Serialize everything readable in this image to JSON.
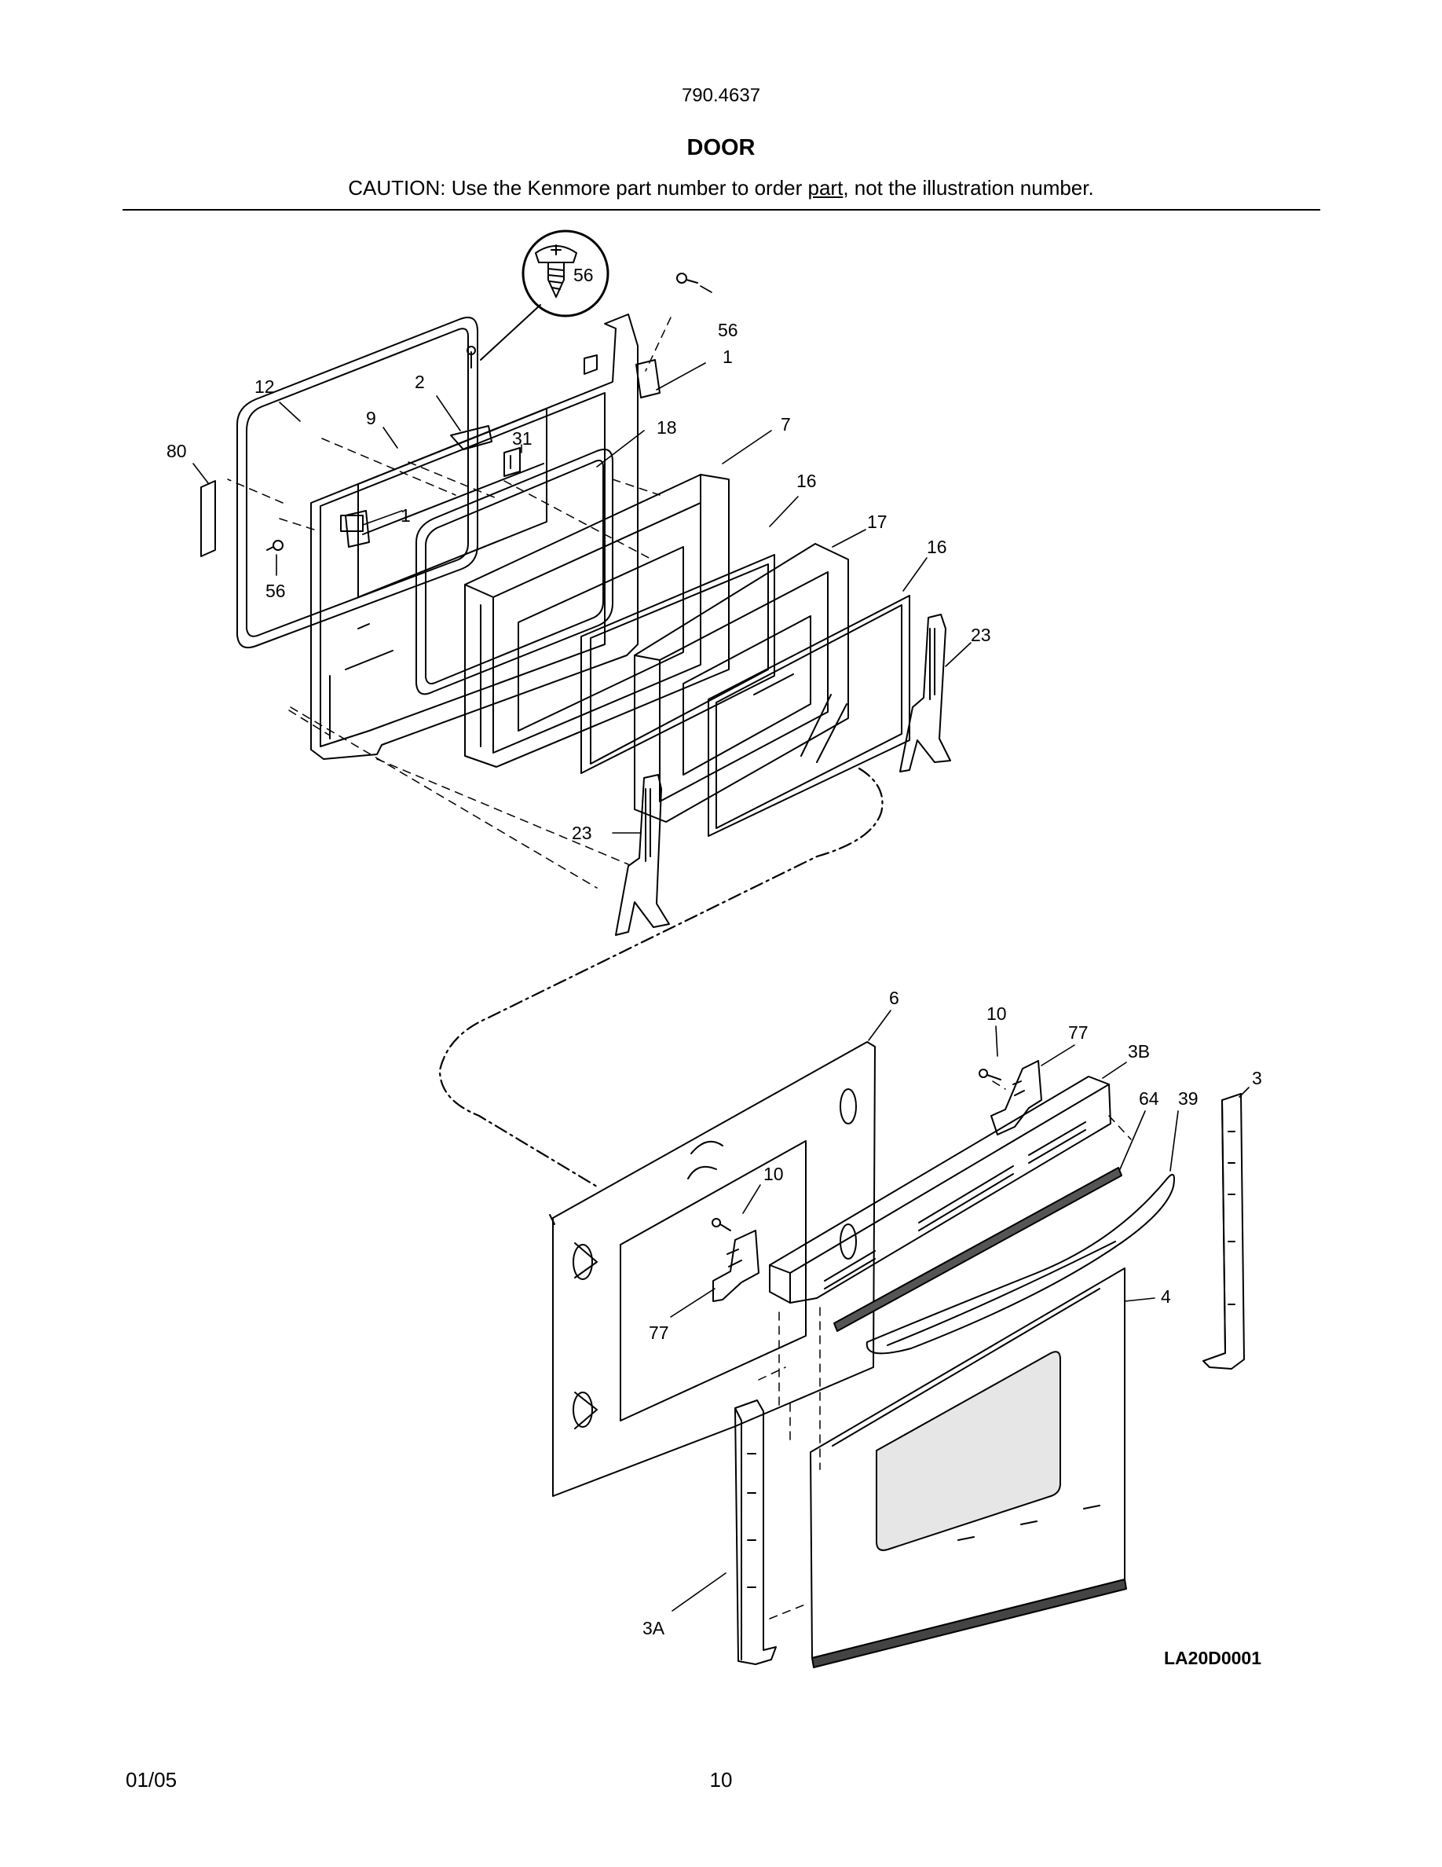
{
  "header": {
    "model_number": "790.4637",
    "section_title": "DOOR",
    "caution_before": "CAUTION: Use the Kenmore part number to order ",
    "caution_underlined": "part",
    "caution_after": ", not the illustration number."
  },
  "diagram": {
    "callouts": [
      "56",
      "56",
      "1",
      "12",
      "2",
      "9",
      "31",
      "80",
      "18",
      "7",
      "1",
      "16",
      "17",
      "16",
      "56",
      "23",
      "23",
      "6",
      "10",
      "77",
      "3B",
      "64",
      "39",
      "3",
      "10",
      "4",
      "77",
      "3A"
    ],
    "drawing_code": "LA20D0001"
  },
  "footer": {
    "date": "01/05",
    "page_number": "10"
  }
}
